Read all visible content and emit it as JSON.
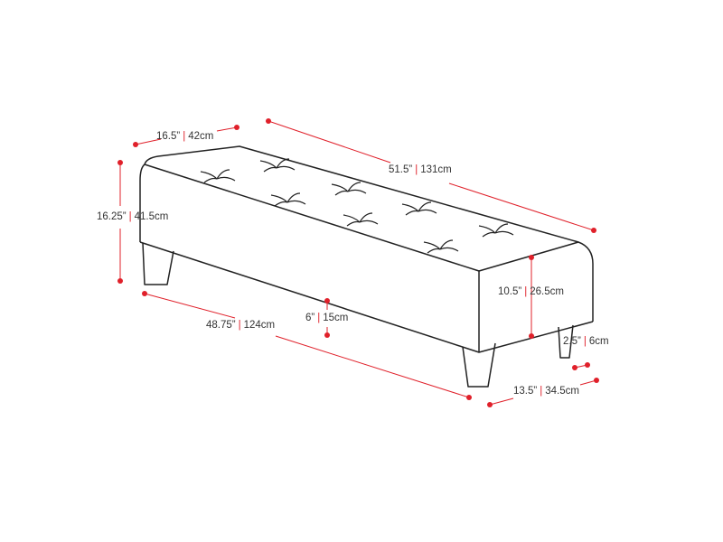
{
  "colors": {
    "outline": "#222222",
    "dimension": "#e0202a",
    "text": "#333333"
  },
  "dimensions": {
    "depth": {
      "imperial": "16.5”",
      "metric": "42cm"
    },
    "length": {
      "imperial": "51.5”",
      "metric": "131cm"
    },
    "height": {
      "imperial": "16.25”",
      "metric": "41.5cm"
    },
    "cushion_height": {
      "imperial": "10.5”",
      "metric": "26.5cm"
    },
    "leg_inset": {
      "imperial": "6”",
      "metric": "15cm"
    },
    "leg_span": {
      "imperial": "48.75”",
      "metric": "124cm"
    },
    "leg_height": {
      "imperial": "2.5”",
      "metric": "6cm"
    },
    "leg_depth_span": {
      "imperial": "13.5”",
      "metric": "34.5cm"
    }
  },
  "separator": "|"
}
